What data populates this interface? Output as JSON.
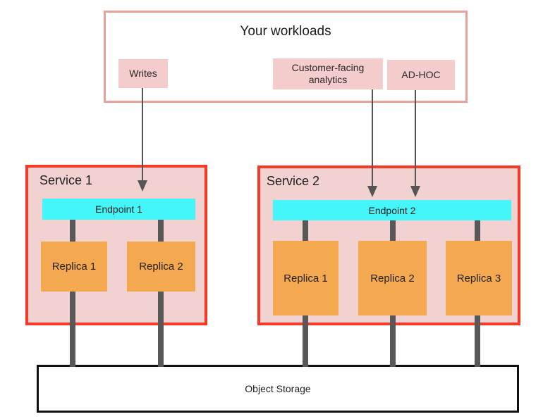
{
  "workloads": {
    "title": "Your workloads",
    "items": [
      {
        "label": "Writes"
      },
      {
        "label": "Customer-facing analytics"
      },
      {
        "label": "AD-HOC"
      }
    ]
  },
  "services": [
    {
      "name": "Service 1",
      "endpoint": "Endpoint 1",
      "replicas": [
        "Replica 1",
        "Replica 2"
      ]
    },
    {
      "name": "Service 2",
      "endpoint": "Endpoint 2",
      "replicas": [
        "Replica 1",
        "Replica 2",
        "Replica 3"
      ]
    }
  ],
  "storage": {
    "label": "Object Storage"
  },
  "icons": {
    "arrow_down": "down-arrow"
  },
  "colors": {
    "workloads_border": "#e8a29c",
    "workload_item_fill": "#f4cccc",
    "service_border": "#f43b28",
    "service_fill": "#f1d2d0",
    "endpoint_fill": "#44f6f9",
    "replica_fill": "#f4a950",
    "connector_gray": "#585858",
    "arrow_gray": "#555555",
    "storage_border": "#101010",
    "text": "#1d1d1d"
  }
}
